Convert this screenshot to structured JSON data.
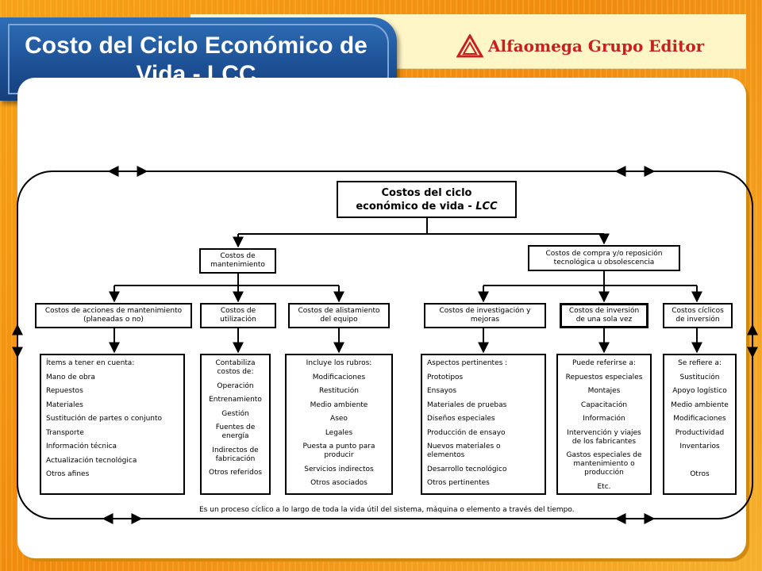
{
  "title": "Costo del Ciclo Económico de Vida - LCC",
  "logo": "Alfaomega Grupo Editor",
  "colors": {
    "title_bg": "#1c4f93",
    "logo_red": "#c8201e",
    "background": "#f7a21a"
  },
  "root": {
    "line1": "Costos del ciclo",
    "line2a": "económico de vida - ",
    "line2b": "LCC"
  },
  "branches": {
    "maintenance": "Costos de mantenimiento",
    "purchase": "Costos de compra y/o reposición tecnológica u obsolescencia"
  },
  "categories": [
    "Costos de acciones de mantenimiento (planeadas o no)",
    "Costos de utilización",
    "Costos de alistamiento del equipo",
    "Costos de investigación y mejoras",
    "Costos de inversión de una sola vez",
    "Costos cíclicos de inversión"
  ],
  "details": [
    {
      "items": [
        "Ítems a tener en cuenta:",
        "Mano de obra",
        "Repuestos",
        "Materiales",
        "Sustitución de partes o conjunto",
        "Transporte",
        "Información técnica",
        "Actualización tecnológica",
        "Otros afines"
      ]
    },
    {
      "items": [
        "Contabiliza costos de:",
        "Operación",
        "Entrenamiento",
        "Gestión",
        "Fuentes de energía",
        "Indirectos de fabricación",
        "Otros referidos"
      ]
    },
    {
      "items": [
        "Incluye los rubros:",
        "Modificaciones",
        "Restitución",
        "Medio ambiente",
        "Aseo",
        "Legales",
        "Puesta a punto para producir",
        "Servicios indirectos",
        "Otros asociados"
      ]
    },
    {
      "items": [
        "Aspectos pertinentes :",
        "Prototipos",
        "Ensayos",
        "Materiales de pruebas",
        "Diseños especiales",
        "Producción de ensayo",
        "Nuevos materiales o elementos",
        "Desarrollo tecnológico",
        "Otros pertinentes"
      ]
    },
    {
      "items": [
        "Puede referirse a:",
        "Repuestos especiales",
        "Montajes",
        "Capacitación",
        "Información",
        "Intervención y viajes de los fabricantes",
        "Gastos especiales de mantenimiento o producción",
        "Etc."
      ]
    },
    {
      "items": [
        "Se refiere a:",
        "Sustitución",
        "Apoyo logístico",
        "Medio ambiente",
        "Modificaciones",
        "Productividad",
        "Inventarios",
        "",
        "Otros"
      ]
    }
  ],
  "footnote": "Es un proceso cíclico a lo largo de toda la vida útil del sistema, máquina o elemento a través del tiempo."
}
